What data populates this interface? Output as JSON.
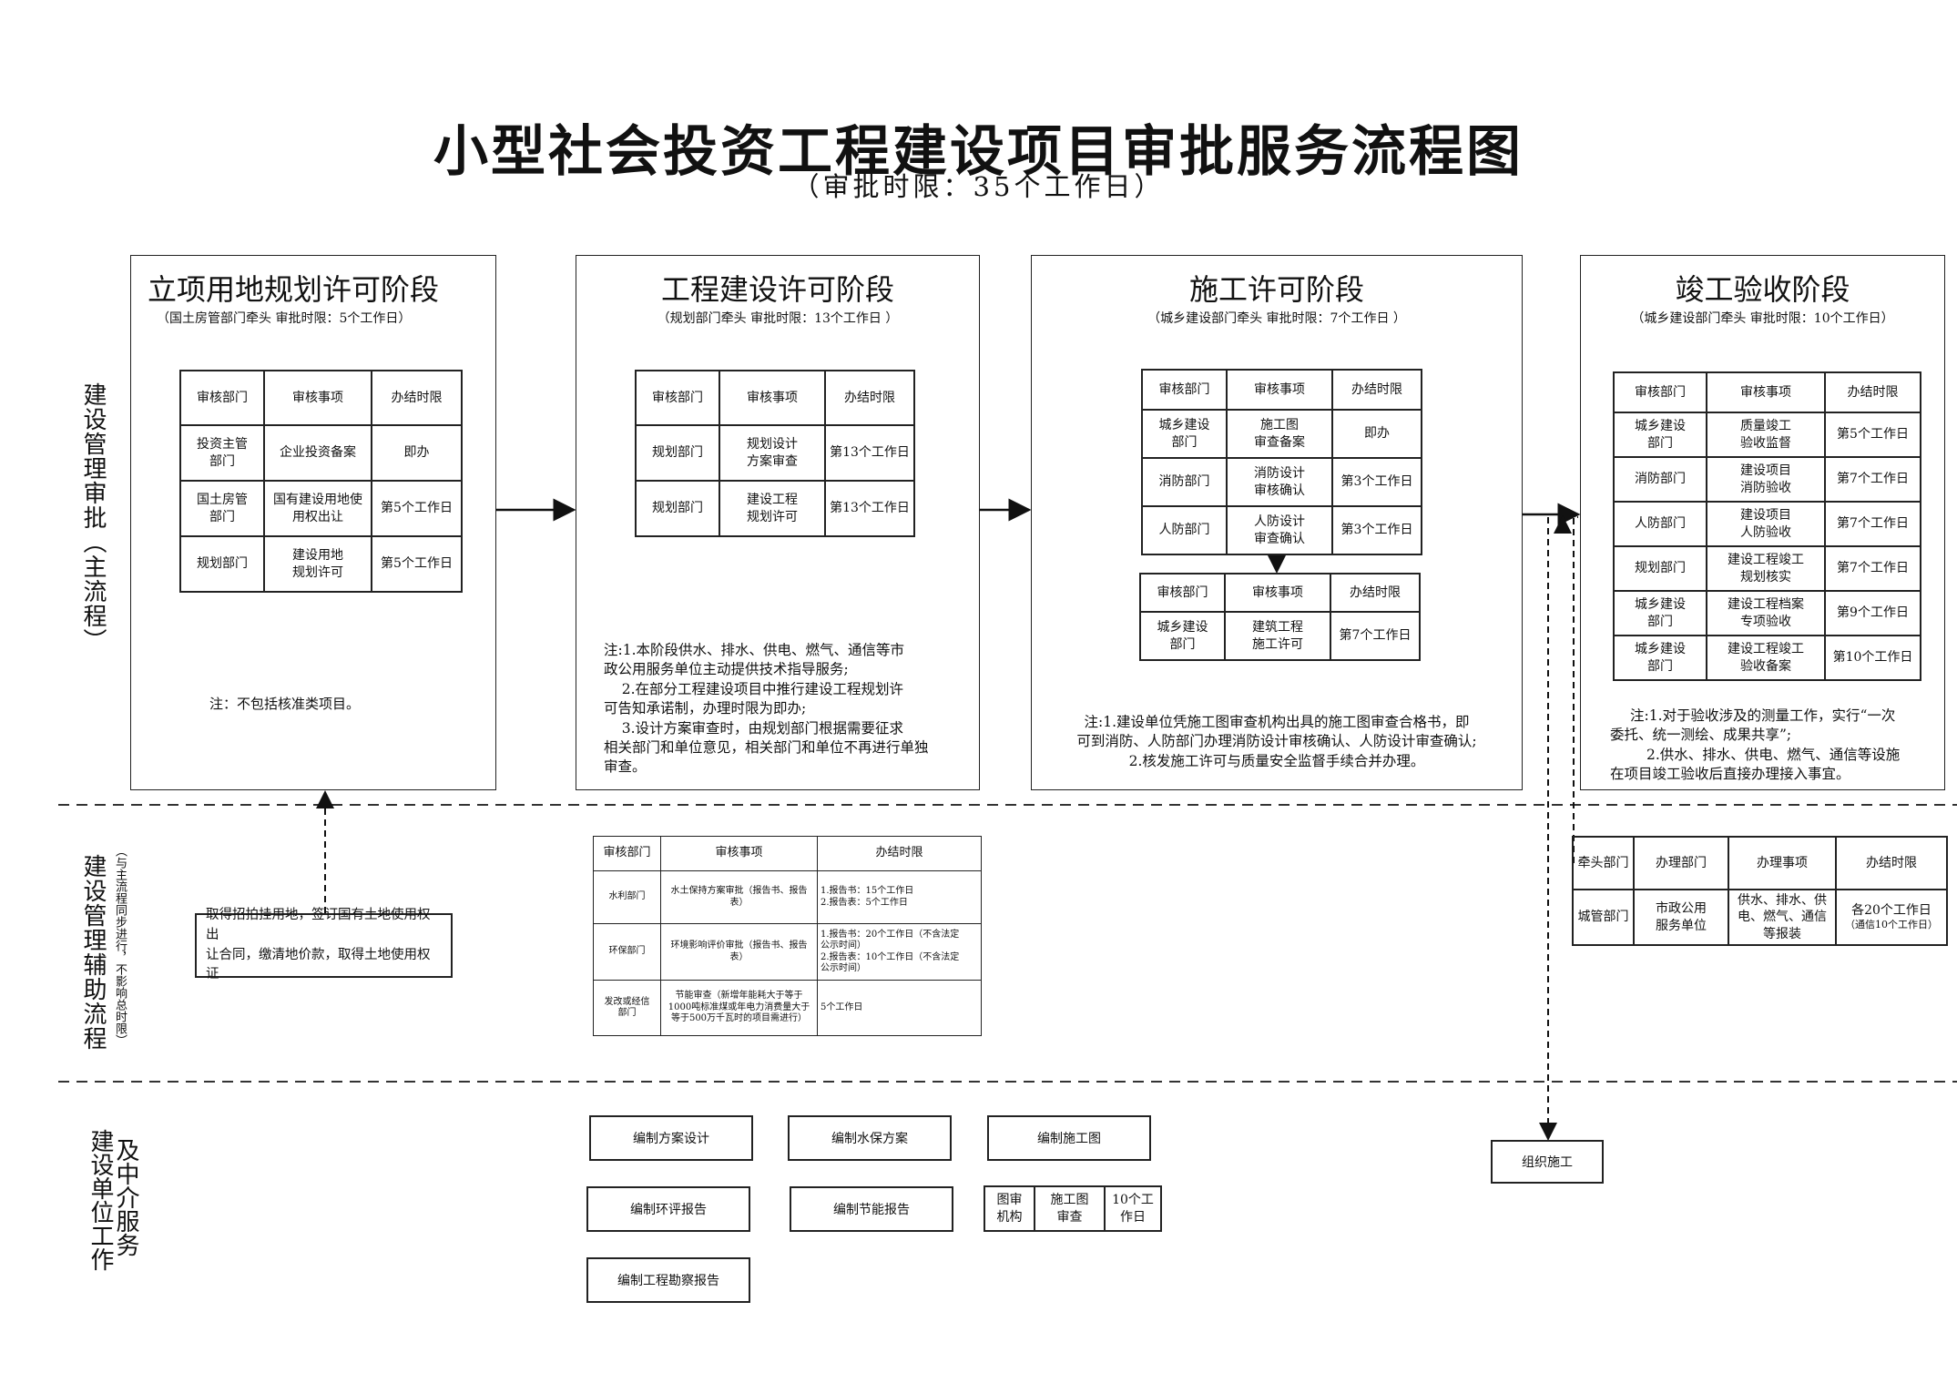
{
  "title": "小型社会投资工程建设项目审批服务流程图",
  "subtitle": "（审批时限：35个工作日）",
  "lanes": {
    "main": "建设管理审批（主流程）",
    "aux": "建设管理辅助流程",
    "aux_note": "（与主流程同步进行，不影响总时限）",
    "unit_col1": "建设单位工作",
    "unit_col2": "及中介服务"
  },
  "stage1": {
    "title": "立项用地规划许可阶段",
    "sub": "（国土房管部门牵头 审批时限：5个工作日）",
    "headers": [
      "审核部门",
      "审核事项",
      "办结时限"
    ],
    "rows": [
      [
        "投资主管\n部门",
        "企业投资备案",
        "即办"
      ],
      [
        "国土房管\n部门",
        "国有建设用地使\n用权出让",
        "第5个工作日"
      ],
      [
        "规划部门",
        "建设用地\n规划许可",
        "第5个工作日"
      ]
    ],
    "note": "注：不包括核准类项目。"
  },
  "stage2": {
    "title": "工程建设许可阶段",
    "sub": "（规划部门牵头 审批时限：13个工作日 ）",
    "headers": [
      "审核部门",
      "审核事项",
      "办结时限"
    ],
    "rows": [
      [
        "规划部门",
        "规划设计\n方案审查",
        "第13个工作日"
      ],
      [
        "规划部门",
        "建设工程\n规划许可",
        "第13个工作日"
      ]
    ],
    "note": [
      "注:1.本阶段供水、排水、供电、燃气、通信等市",
      "政公用服务单位主动提供技术指导服务;",
      "    2.在部分工程建设项目中推行建设工程规划许",
      "可告知承诺制，办理时限为即办;",
      "    3.设计方案审查时，由规划部门根据需要征求",
      "相关部门和单位意见，相关部门和单位不再进行单独",
      "审查。"
    ]
  },
  "stage3": {
    "title": "施工许可阶段",
    "sub": "（城乡建设部门牵头 审批时限：7个工作日 ）",
    "headers": [
      "审核部门",
      "审核事项",
      "办结时限"
    ],
    "rows": [
      [
        "城乡建设\n部门",
        "施工图\n审查备案",
        "即办"
      ],
      [
        "消防部门",
        "消防设计\n审核确认",
        "第3个工作日"
      ],
      [
        "人防部门",
        "人防设计\n审查确认",
        "第3个工作日"
      ]
    ],
    "rows2": [
      [
        "城乡建设\n部门",
        "建筑工程\n施工许可",
        "第7个工作日"
      ]
    ],
    "note": [
      "注:1.建设单位凭施工图审查机构出具的施工图审查合格书，即",
      "可到消防、人防部门办理消防设计审核确认、人防设计审查确认;",
      "2.核发施工许可与质量安全监督手续合并办理。"
    ]
  },
  "stage4": {
    "title": "竣工验收阶段",
    "sub": "（城乡建设部门牵头 审批时限：10个工作日）",
    "headers": [
      "审核部门",
      "审核事项",
      "办结时限"
    ],
    "rows": [
      [
        "城乡建设\n部门",
        "质量竣工\n验收监督",
        "第5个工作日"
      ],
      [
        "消防部门",
        "建设项目\n消防验收",
        "第7个工作日"
      ],
      [
        "人防部门",
        "建设项目\n人防验收",
        "第7个工作日"
      ],
      [
        "规划部门",
        "建设工程竣工\n规划核实",
        "第7个工作日"
      ],
      [
        "城乡建设\n部门",
        "建设工程档案\n专项验收",
        "第9个工作日"
      ],
      [
        "城乡建设\n部门",
        "建设工程竣工\n验收备案",
        "第10个工作日"
      ]
    ],
    "note": [
      "注:1.对于验收涉及的测量工作，实行“一次",
      "委托、统一测绘、成果共享”;",
      "2.供水、排水、供电、燃气、通信等设施",
      "在项目竣工验收后直接办理接入事宜。"
    ]
  },
  "aux_land": "取得招拍挂用地，签订国有土地使用权出\n让合同，缴清地价款，取得土地使用权证",
  "aux_table": {
    "headers": [
      "审核部门",
      "审核事项",
      "办结时限"
    ],
    "rows": [
      [
        "水利部门",
        "水土保持方案审批（报告书、报告\n表）",
        "1.报告书：15个工作日\n2.报告表：5个工作日"
      ],
      [
        "环保部门",
        "环境影响评价审批（报告书、报告\n表）",
        "1.报告书：20个工作日（不含法定\n公示时间）\n2.报告表：10个工作日（不含法定\n公示时间）"
      ],
      [
        "发改或经信\n部门",
        "节能审查（新增年能耗大于等于\n1000吨标准煤或年电力消费量大于\n等于500万千瓦时的项目需进行）",
        "5个工作日"
      ]
    ]
  },
  "aux_right": {
    "headers": [
      "牵头部门",
      "办理部门",
      "办理事项",
      "办结时限"
    ],
    "row": [
      "城管部门",
      "市政公用\n服务单位",
      "供水、排水、供\n电、燃气、通信\n等报装",
      "各20个工作日"
    ],
    "row_note": "（通信10个工作日）"
  },
  "unit_boxes": {
    "b1": "编制方案设计",
    "b2": "编制水保方案",
    "b3": "编制施工图",
    "b4": "编制环评报告",
    "b5": "编制节能报告",
    "b6": "编制工程勘察报告",
    "review": [
      "图审\n机构",
      "施工图\n审查",
      "10个工\n作日"
    ],
    "org": "组织施工"
  }
}
